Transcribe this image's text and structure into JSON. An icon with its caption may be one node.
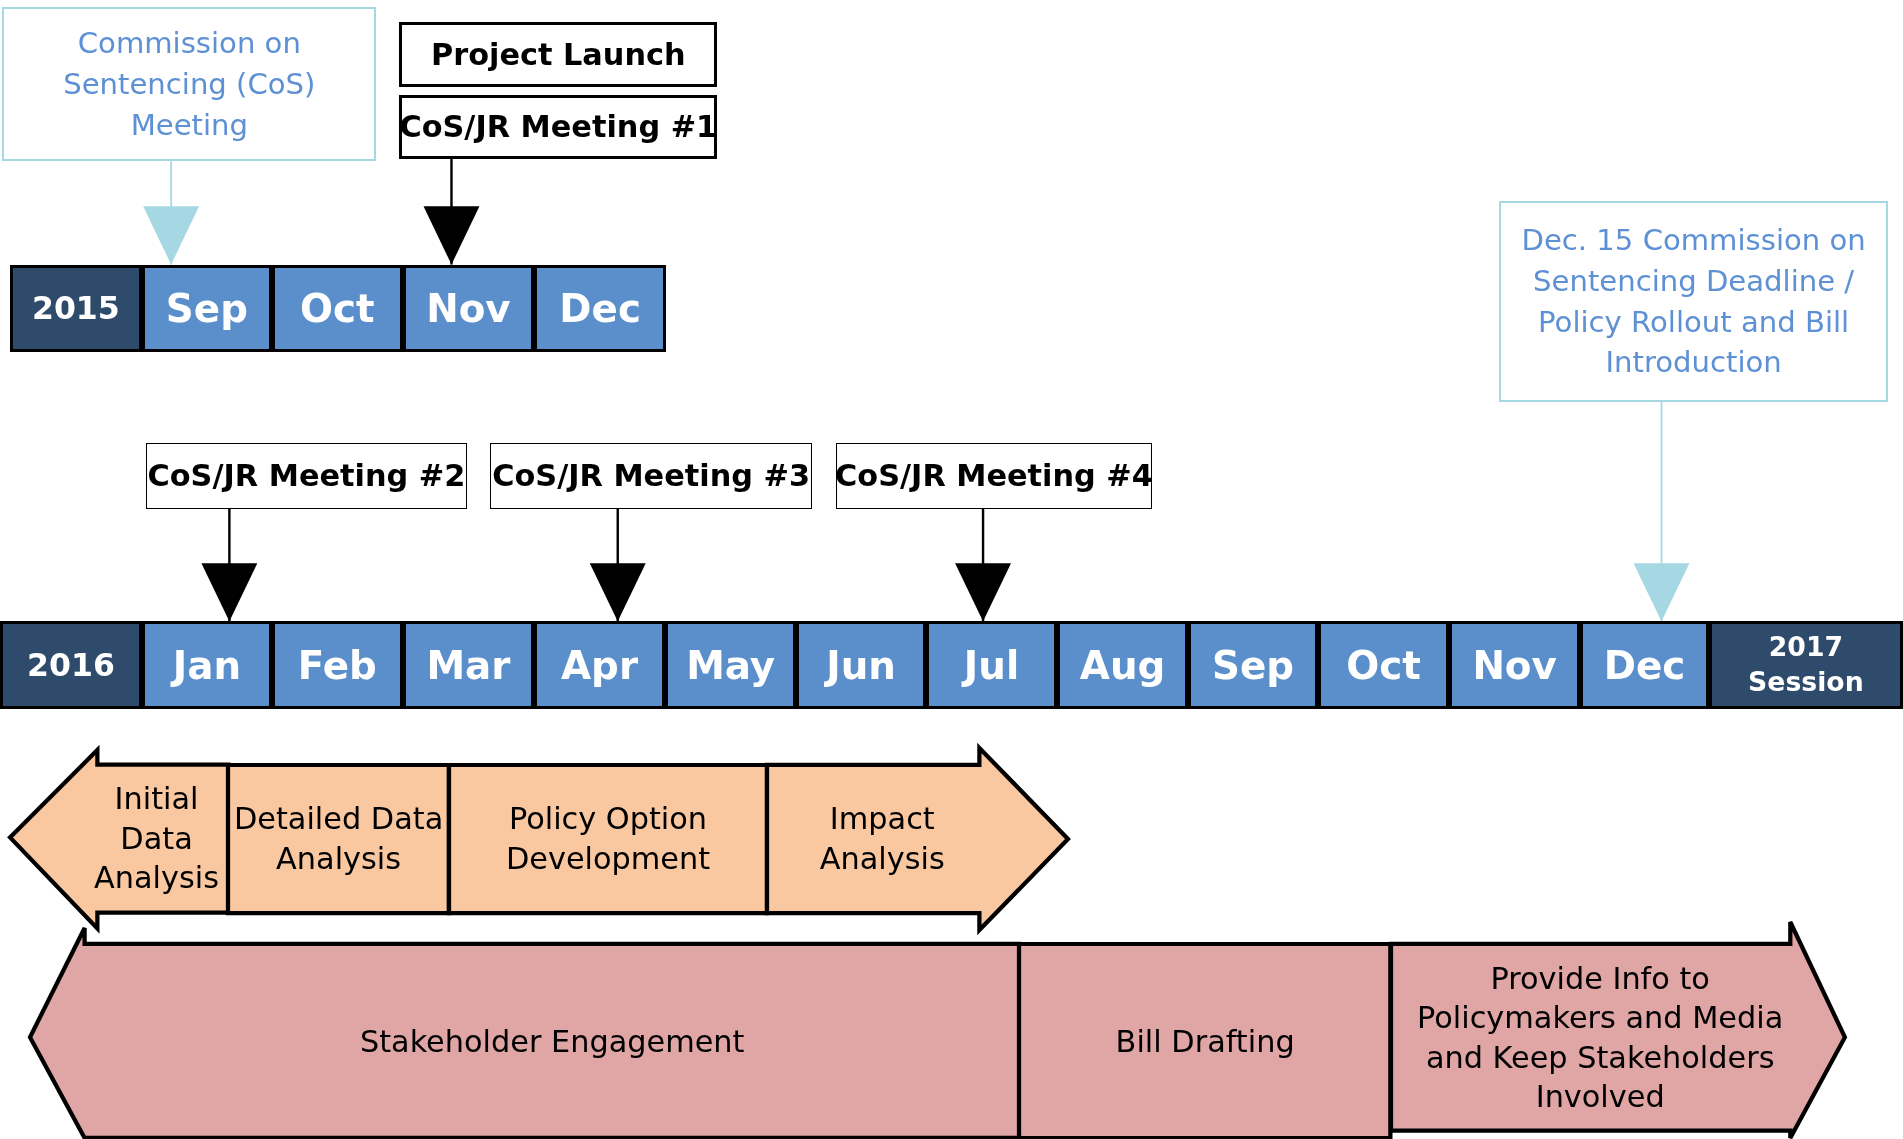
{
  "diagram": {
    "nodes": [
      {
        "text": [
          "Commission on Sentencing (CoS) Meeting"
        ]
      },
      {
        "text": [
          "Project Launch"
        ]
      },
      {
        "text": [
          "CoS/JR Meeting #1"
        ]
      },
      {
        "text": [
          "2015"
        ]
      },
      {
        "text": [
          "Sep"
        ]
      },
      {
        "text": [
          "Oct"
        ]
      },
      {
        "text": [
          "Nov"
        ]
      },
      {
        "text": [
          "Dec"
        ]
      },
      {
        "text": [
          "Dec. 15 Commission on Sentencing Deadline / Policy Rollout and Bill Introduction"
        ]
      },
      {
        "text": [
          "CoS/JR Meeting #2"
        ]
      },
      {
        "text": [
          "CoS/JR Meeting #3"
        ]
      },
      {
        "text": [
          "CoS/JR Meeting #4"
        ]
      },
      {
        "text": [
          "2016"
        ]
      },
      {
        "text": [
          "Jan"
        ]
      },
      {
        "text": [
          "Feb"
        ]
      },
      {
        "text": [
          "Mar"
        ]
      },
      {
        "text": [
          "Apr"
        ]
      },
      {
        "text": [
          "May"
        ]
      },
      {
        "text": [
          "Jun"
        ]
      },
      {
        "text": [
          "Jul"
        ]
      },
      {
        "text": [
          "Aug"
        ]
      },
      {
        "text": [
          "Sep"
        ]
      },
      {
        "text": [
          "Oct"
        ]
      },
      {
        "text": [
          "Nov"
        ]
      },
      {
        "text": [
          "Dec"
        ]
      },
      {
        "text": [
          "2017 Session"
        ]
      },
      {
        "text": [
          "Initial Data Analysis"
        ]
      },
      {
        "text": [
          "Detailed Data Analysis"
        ]
      },
      {
        "text": [
          "Policy Option Development"
        ]
      },
      {
        "text": [
          "Impact Analysis"
        ]
      },
      {
        "text": [
          "Stakeholder Engagement"
        ]
      },
      {
        "text": [
          "Bill Drafting"
        ]
      },
      {
        "text": [
          "Provide Info to Policymakers and Media and Keep Stakeholders Involved"
        ]
      }
    ],
    "edges": [
      {
        "from": 0,
        "to": 4,
        "arrow": "to",
        "color": "#a6d8e3"
      },
      {
        "from": 2,
        "to": 6,
        "arrow": "to"
      },
      {
        "from": 8,
        "to": 24,
        "arrow": "to",
        "color": "#a6d8e3"
      },
      {
        "from": 9,
        "to": 13,
        "arrow": "to"
      },
      {
        "from": 10,
        "to": 16,
        "arrow": "to"
      },
      {
        "from": 11,
        "to": 19,
        "arrow": "to"
      }
    ]
  }
}
